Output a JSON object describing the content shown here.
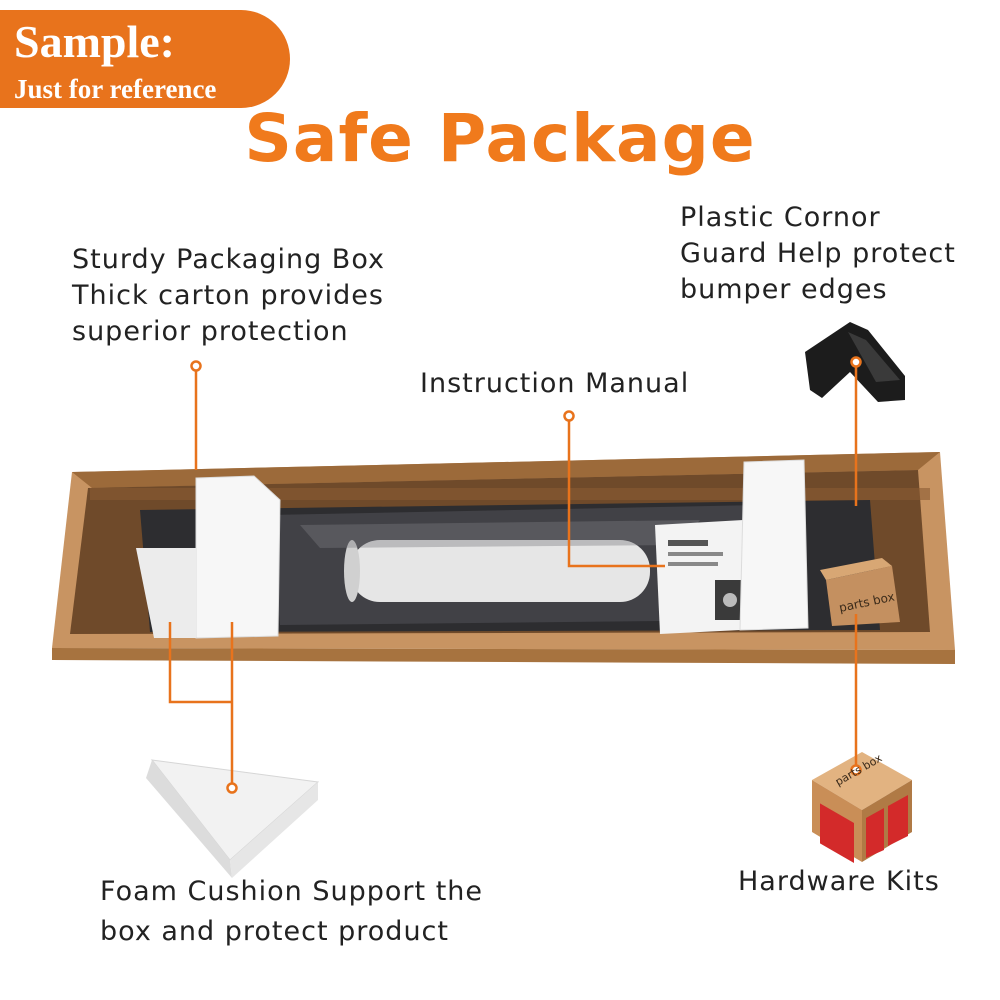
{
  "badge": {
    "title": "Sample:",
    "subtitle": "Just for reference"
  },
  "title": "Safe Package",
  "callouts": {
    "box": {
      "lines": [
        "Sturdy Packaging Box",
        "Thick carton provides",
        "superior protection"
      ]
    },
    "corner_guard": {
      "lines": [
        "Plastic Cornor",
        "Guard Help protect",
        "bumper edges"
      ]
    },
    "manual": {
      "lines": [
        "Instruction Manual"
      ]
    },
    "foam": {
      "lines": [
        "Foam Cushion Support the",
        "box and protect product"
      ]
    },
    "hardware": {
      "lines": [
        "Hardware Kits"
      ]
    }
  },
  "box_label": "parts box",
  "colors": {
    "accent": "#e8731c",
    "leader": "#e8731c",
    "cardboard": "#b07a45"
  }
}
